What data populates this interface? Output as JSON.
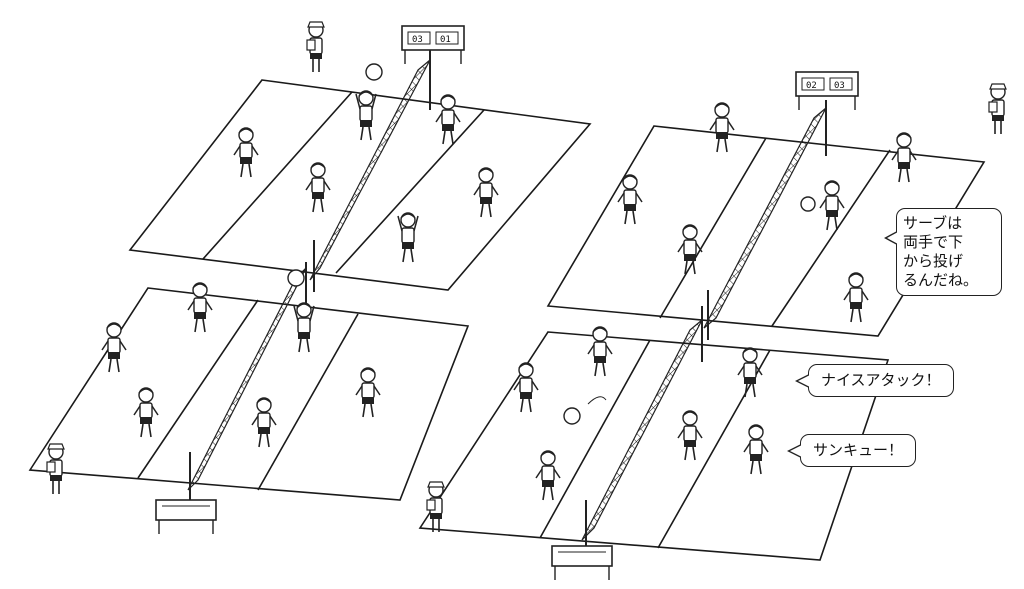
{
  "speech": {
    "serve_tip": [
      "サーブは",
      "両手で下",
      "から投げ",
      "るんだね。"
    ],
    "nice_attack": "ナイスアタック！",
    "thank_you": "サンキュー！"
  },
  "scoreboards": {
    "left": {
      "a": "03",
      "b": "01"
    },
    "right": {
      "a": "02",
      "b": "03"
    }
  },
  "colors": {
    "line": "#1a1a1a",
    "background": "#ffffff"
  }
}
